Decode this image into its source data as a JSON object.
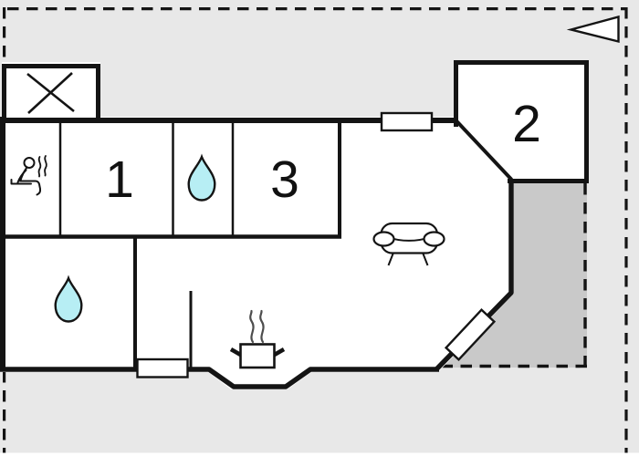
{
  "floorplan": {
    "type": "vacation-home floor plan",
    "rooms": [
      {
        "label": "1",
        "kind": "bedroom"
      },
      {
        "label": "2",
        "kind": "bedroom"
      },
      {
        "label": "3",
        "kind": "bedroom"
      }
    ],
    "icons": [
      {
        "name": "north-arrow",
        "meaning": "orientation arrow pointing left"
      },
      {
        "name": "x-cross",
        "meaning": "storage / utility room"
      },
      {
        "name": "sauna-person",
        "meaning": "sauna"
      },
      {
        "name": "water-drop-small",
        "meaning": "bathroom / shower"
      },
      {
        "name": "water-drop-large",
        "meaning": "bathroom / shower"
      },
      {
        "name": "cooking-pot",
        "meaning": "kitchen"
      },
      {
        "name": "sofa",
        "meaning": "living room"
      }
    ],
    "colors": {
      "background": "#e8e8e8",
      "terrace": "#c9c9c9",
      "wall": "#141414",
      "room_fill": "#ffffff",
      "water_drop_fill": "#b7eef4",
      "steam": "#4d4d4d"
    }
  }
}
